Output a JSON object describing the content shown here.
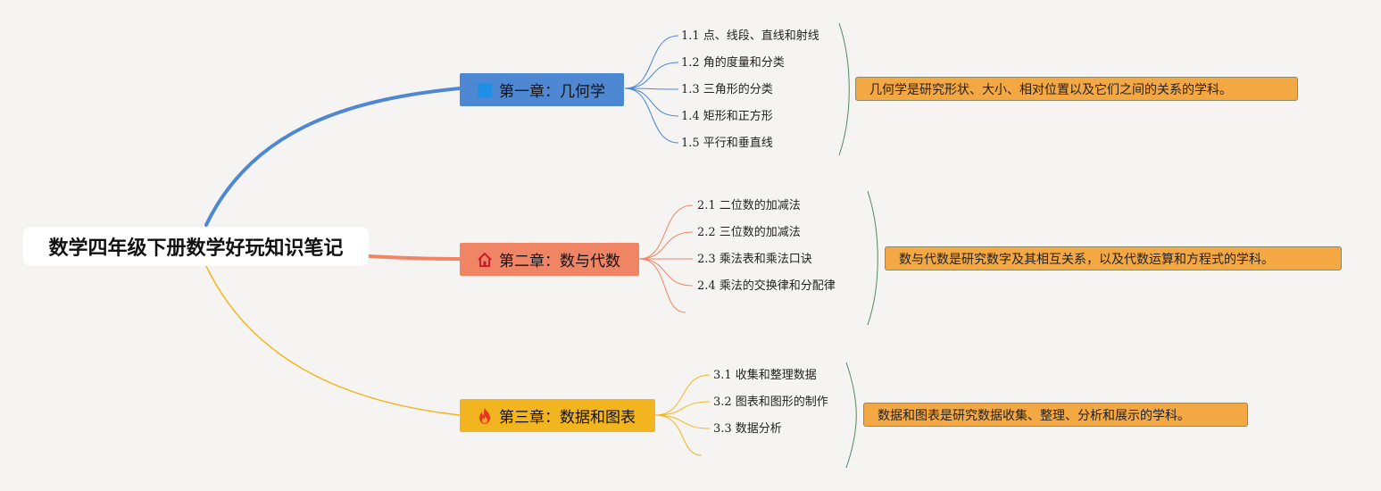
{
  "root": {
    "title": "数学四年级下册数学好玩知识笔记"
  },
  "chapters": [
    {
      "label": "第一章：几何学",
      "icon": "blue-square-icon",
      "color": "#4e87d2",
      "items": [
        "1.1 点、线段、直线和射线",
        "1.2 角的度量和分类",
        "1.3 三角形的分类",
        "1.4 矩形和正方形",
        "1.5 平行和垂直线"
      ],
      "summary": "几何学是研究形状、大小、相对位置以及它们之间的关系的学科。"
    },
    {
      "label": "第二章：数与代数",
      "icon": "house-icon",
      "color": "#ef8565",
      "items": [
        "2.1 二位数的加减法",
        "2.2 三位数的加减法",
        "2.3 乘法表和乘法口诀",
        "2.4 乘法的交换律和分配律"
      ],
      "summary": "数与代数是研究数字及其相互关系，以及代数运算和方程式的学科。"
    },
    {
      "label": "第三章：数据和图表",
      "icon": "fire-icon",
      "color": "#f2b51f",
      "items": [
        "3.1 收集和整理数据",
        "3.2 图表和图形的制作",
        "3.3 数据分析"
      ],
      "summary": "数据和图表是研究数据收集、整理、分析和展示的学科。"
    }
  ],
  "colors": {
    "background": "#f6f4f2",
    "note_fill": "#f3a843",
    "brace": "#4f8a63"
  }
}
